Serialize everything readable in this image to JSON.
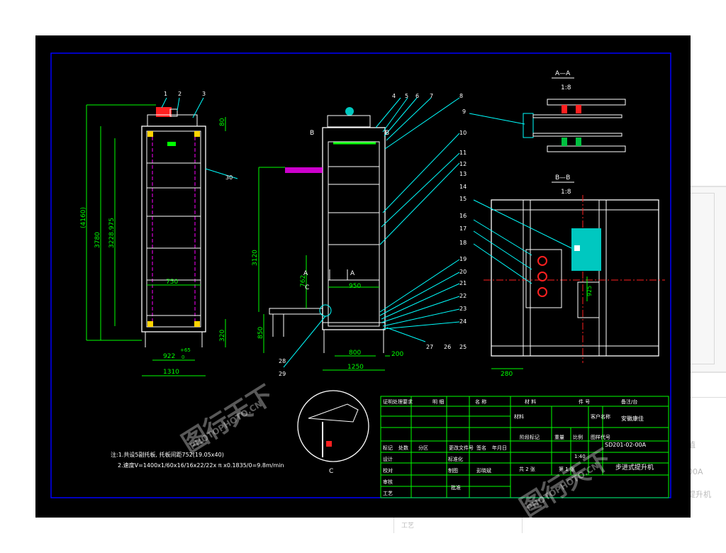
{
  "background_ghost": {
    "right_labels": [
      "值",
      "00A",
      "提升机"
    ],
    "bottom_label": "工艺"
  },
  "views": {
    "section_aa": {
      "title": "A—A",
      "scale": "1:8"
    },
    "section_bb": {
      "title": "B—B",
      "scale": "1:8"
    },
    "detail_c": {
      "label": "C"
    }
  },
  "dimensions": {
    "front": [
      "(4160)",
      "3780",
      "3228.975",
      "80",
      "320",
      "750",
      "922",
      "+65",
      "0",
      "1310"
    ],
    "side": [
      "3120",
      "762",
      "850",
      "950",
      "800",
      "1250",
      "200"
    ],
    "bb": [
      "280",
      "925"
    ]
  },
  "balloons": [
    "1",
    "2",
    "3",
    "4",
    "5",
    "6",
    "7",
    "8",
    "9",
    "10",
    "11",
    "12",
    "13",
    "14",
    "15",
    "16",
    "17",
    "18",
    "19",
    "20",
    "21",
    "22",
    "23",
    "24",
    "25",
    "26",
    "27",
    "28",
    "29",
    "30"
  ],
  "view_marks": {
    "a_left": "A",
    "a_right": "A",
    "b_left": "B",
    "b_right": "B",
    "c": "C"
  },
  "notes": {
    "line1": "注:1.共设5副托板, 托板间距752(19.05x40)",
    "line2": "2.速度V=1400x1/60x16/16x22/22x π x0.1835/0=9.8m/min"
  },
  "title_block": {
    "revision_header": [
      "证明处理要求",
      "明 细",
      "名 称",
      "材 料",
      "件 号",
      "备注/台"
    ],
    "material_label": "材料",
    "customer_label": "客户名称",
    "customer_name": "安徽康佳",
    "stage_label": "阶段标记",
    "weight_label": "重量",
    "scale_label": "比例",
    "drawing_no_label": "图样代号",
    "drawing_no": "SD201-02-00A",
    "scale_value": "1:40",
    "row_headers": [
      "标记",
      "处数",
      "分区",
      "更改文件号",
      "签名",
      "年月日"
    ],
    "design_label": "设计",
    "standard_label": "标准化",
    "check_label": "校对",
    "drawn_label": "制图",
    "drawn_by": "彭晓斌",
    "review_label": "审核",
    "process_label": "工艺",
    "approve_label": "批准",
    "sheets": "共 2 张",
    "sheet_no": "第 1 张",
    "title": "步进式提升机"
  },
  "watermarks": {
    "cn": "图行天下",
    "en": "PHOTOPHOTO.CN"
  },
  "colors": {
    "sheet_bg": "#000000",
    "frame": "#0000ff",
    "outline": "#ffffff",
    "dimension": "#00ff00",
    "leader": "#00ffff",
    "accent_red": "#ff2020",
    "accent_magenta": "#ff00ff",
    "accent_teal": "#00c8c0"
  }
}
